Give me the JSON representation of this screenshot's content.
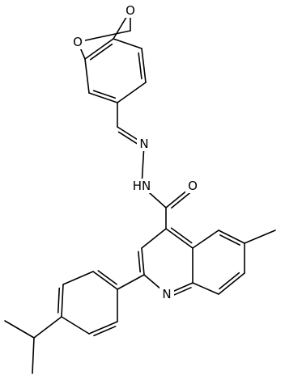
{
  "molecule": {
    "atom_labels": {
      "o_top": "O",
      "o_left": "O",
      "n_imine": "N",
      "nh": "HN",
      "o_carbonyl": "O",
      "n_ring": "N"
    },
    "colors": {
      "bond": "#000000",
      "text": "#000000",
      "background": "#ffffff"
    }
  }
}
